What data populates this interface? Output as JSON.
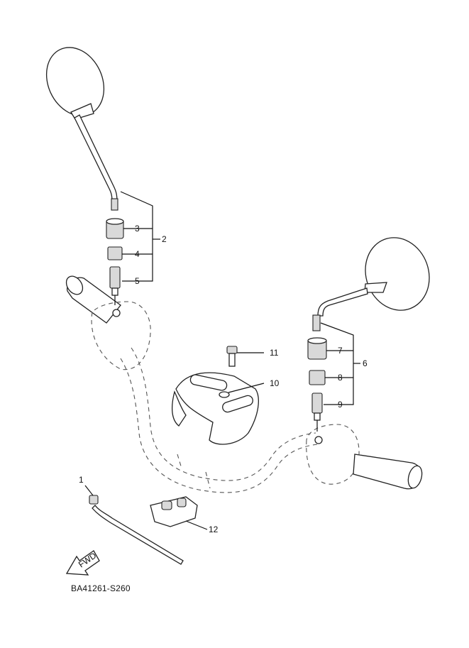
{
  "diagram": {
    "code": "BA41261-S260",
    "fwd_label": "FWD",
    "callouts": {
      "c1": "1",
      "c2": "2",
      "c3": "3",
      "c4": "4",
      "c5": "5",
      "c6": "6",
      "c7": "7",
      "c8": "8",
      "c9": "9",
      "c10": "10",
      "c11": "11",
      "c12": "12"
    }
  }
}
